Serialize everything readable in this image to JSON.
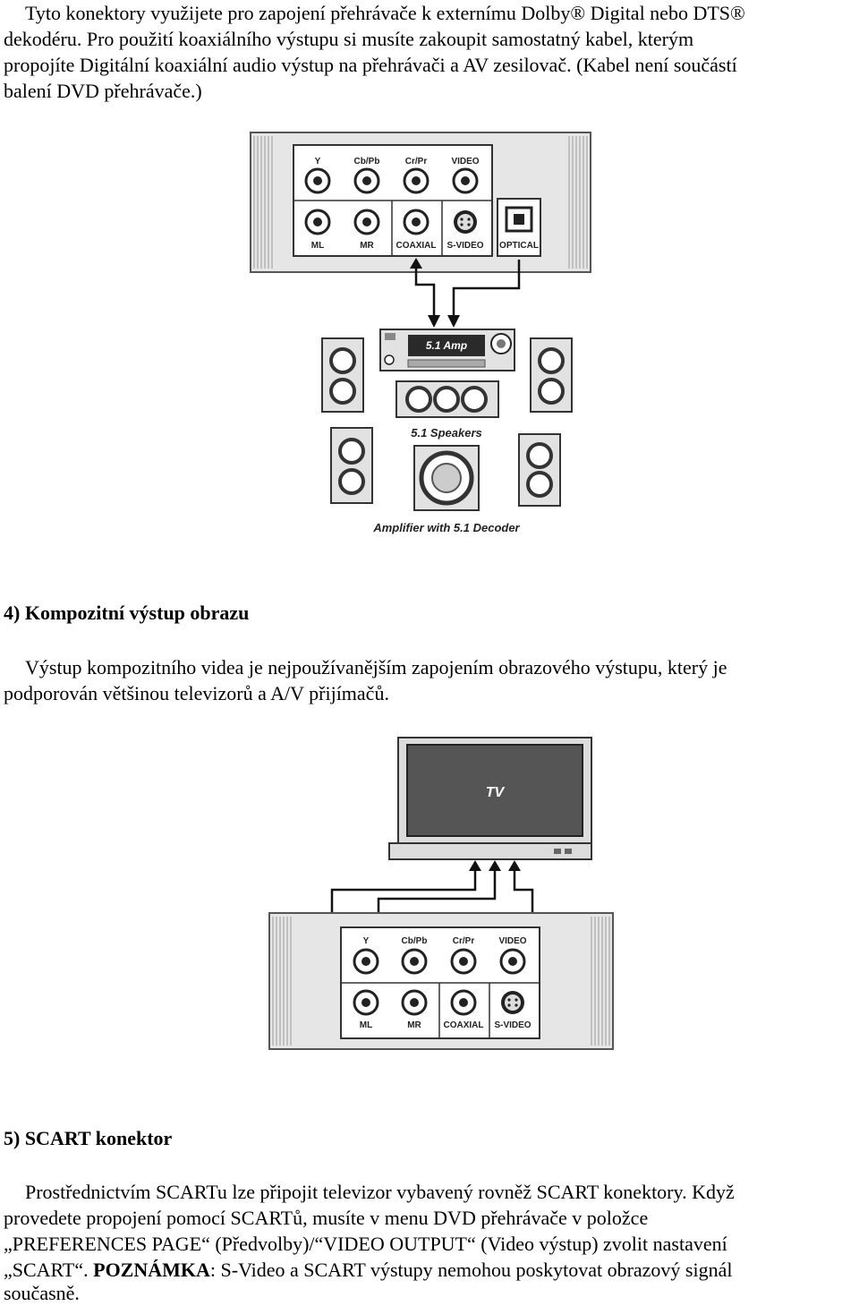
{
  "intro": {
    "l1": "Tyto konektory využijete pro zapojení přehrávače k externímu Dolby® Digital nebo DTS®",
    "l2": "dekodéru. Pro použití koaxiálního výstupu si musíte zakoupit samostatný kabel, kterým",
    "l3": "propojíte Digitální koaxiální audio výstup na přehrávači a AV zesilovač. (Kabel není součástí",
    "l4": "balení DVD přehrávače.)"
  },
  "fig1": {
    "labels": {
      "y": "Y",
      "cb": "Cb/Pb",
      "cr": "Cr/Pr",
      "video": "VIDEO",
      "ml": "ML",
      "mr": "MR",
      "coaxial": "COAXIAL",
      "svideo": "S-VIDEO",
      "optical": "OPTICAL"
    },
    "amp_label": "5.1 Amp",
    "speakers_label": "5.1 Speakers",
    "caption": "Amplifier with 5.1 Decoder"
  },
  "section4": {
    "heading": "4) Kompozitní výstup obrazu",
    "l1": "Výstup kompozitního videa je nejpoužívanějším zapojením obrazového výstupu, který je",
    "l2": "podporován většinou televizorů a A/V přijímačů."
  },
  "fig2": {
    "tv_label": "TV",
    "labels": {
      "y": "Y",
      "cb": "Cb/Pb",
      "cr": "Cr/Pr",
      "video": "VIDEO",
      "ml": "ML",
      "mr": "MR",
      "coaxial": "COAXIAL",
      "svideo": "S-VIDEO"
    }
  },
  "section5": {
    "heading": "5) SCART konektor",
    "l1": "Prostřednictvím SCARTu lze připojit televizor vybavený rovněž SCART konektory. Když",
    "l2": "provedete propojení pomocí SCARTů, musíte v menu DVD přehrávače v položce",
    "l3": "„PREFERENCES PAGE“ (Předvolby)/“VIDEO OUTPUT“ (Video výstup) zvolit nastavení",
    "l4_a": "„SCART“. ",
    "l4_bold": "POZNÁMKA",
    "l4_b": ": S-Video a SCART výstupy nemohou poskytovat obrazový signál",
    "l5": "současně."
  }
}
